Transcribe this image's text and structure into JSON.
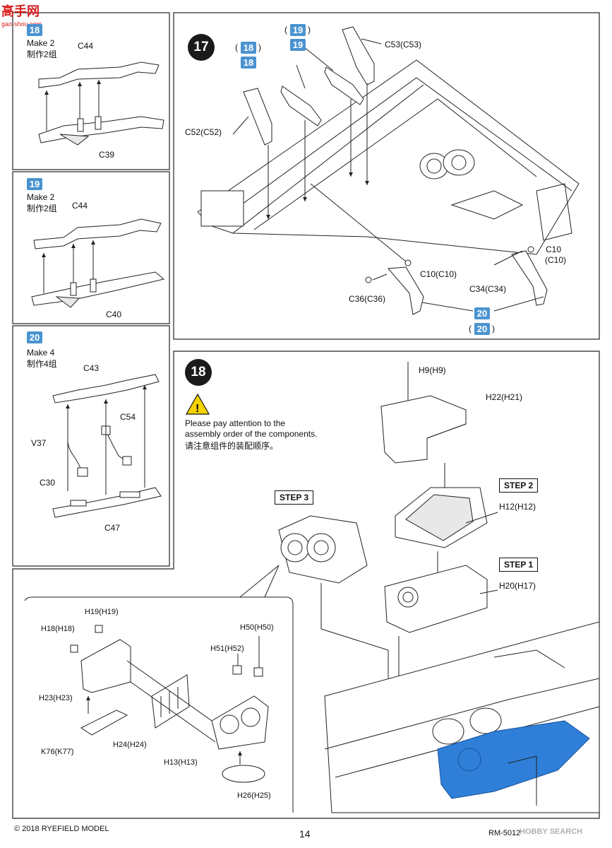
{
  "watermark": {
    "site_cn": "高手网",
    "site_url": "gao-shou.com"
  },
  "left_panel": {
    "step_a": {
      "badge": "18",
      "make": "Make 2",
      "make_cn": "制作2组",
      "parts": [
        "C44",
        "C39"
      ]
    },
    "step_b": {
      "badge": "19",
      "make": "Make 2",
      "make_cn": "制作2组",
      "parts": [
        "C44",
        "C40"
      ]
    },
    "step_c": {
      "badge": "20",
      "make": "Make 4",
      "make_cn": "制作4组",
      "parts": [
        "C43",
        "C54",
        "V37",
        "C30",
        "C47"
      ]
    }
  },
  "step17": {
    "number": "17",
    "badges": {
      "b18_paren": "18",
      "b18": "18",
      "b19_paren": "19",
      "b19": "19",
      "b20": "20",
      "b20_paren": "20"
    },
    "labels": {
      "c53": "C53(C53)",
      "c52": "C52(C52)",
      "c10a": "C10",
      "c10b": "(C10)",
      "c10c": "C10(C10)",
      "c34": "C34(C34)",
      "c36": "C36(C36)"
    }
  },
  "step18": {
    "number": "18",
    "warning_en_1": "Please pay attention to the",
    "warning_en_2": "assembly order of the components.",
    "warning_cn": "请注意组件的装配顺序。",
    "tags": {
      "step3": "STEP 3",
      "step2": "STEP 2",
      "step1": "STEP 1"
    },
    "labels": {
      "h9": "H9(H9)",
      "h22": "H22(H21)",
      "h12": "H12(H12)",
      "h20": "H20(H17)",
      "h19": "H19(H19)",
      "h18": "H18(H18)",
      "h50": "H50(H50)",
      "h51": "H51(H52)",
      "h23": "H23(H23)",
      "h24": "H24(H24)",
      "h13": "H13(H13)",
      "k76": "K76(K77)",
      "h26": "H26(H25)"
    }
  },
  "footer": {
    "copyright": "© 2018 RYEFIELD MODEL",
    "page": "14",
    "code": "RM-5012",
    "search_mark": "HOBBY SEARCH"
  },
  "colors": {
    "badge_blue": "#4a93d0",
    "highlight_blue": "#2f7fd8",
    "warning_yellow": "#f5d400"
  }
}
